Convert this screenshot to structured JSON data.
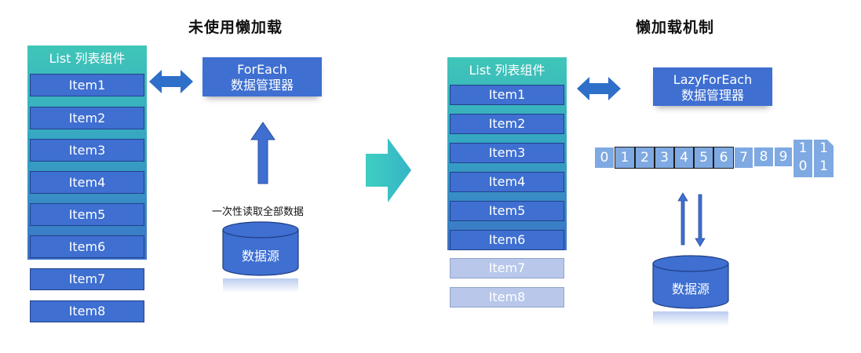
{
  "left": {
    "title": "未使用懒加载",
    "list_header": "List 列表组件",
    "items": [
      "Item1",
      "Item2",
      "Item3",
      "Item4",
      "Item5",
      "Item6",
      "Item7",
      "Item8"
    ],
    "manager_line1": "ForEach",
    "manager_line2": "数据管理器",
    "read_note": "一次性读取全部数据",
    "datasource": "数据源"
  },
  "right": {
    "title": "懒加载机制",
    "list_header": "List 列表组件",
    "items": [
      "Item1",
      "Item2",
      "Item3",
      "Item4",
      "Item5",
      "Item6",
      "Item7",
      "Item8"
    ],
    "manager_line1": "LazyForEach",
    "manager_line2": "数据管理器",
    "cells": [
      "0",
      "1",
      "2",
      "3",
      "4",
      "5",
      "6",
      "7",
      "8",
      "9"
    ],
    "cell10_top": "1",
    "cell10_bottom": "0",
    "cell11_top": "1",
    "cell11_bottom": "1",
    "datasource": "数据源"
  },
  "colors": {
    "accent_blue": "#3e6fd1",
    "teal": "#3fc6b8",
    "light_cell": "#7fa9e2"
  }
}
